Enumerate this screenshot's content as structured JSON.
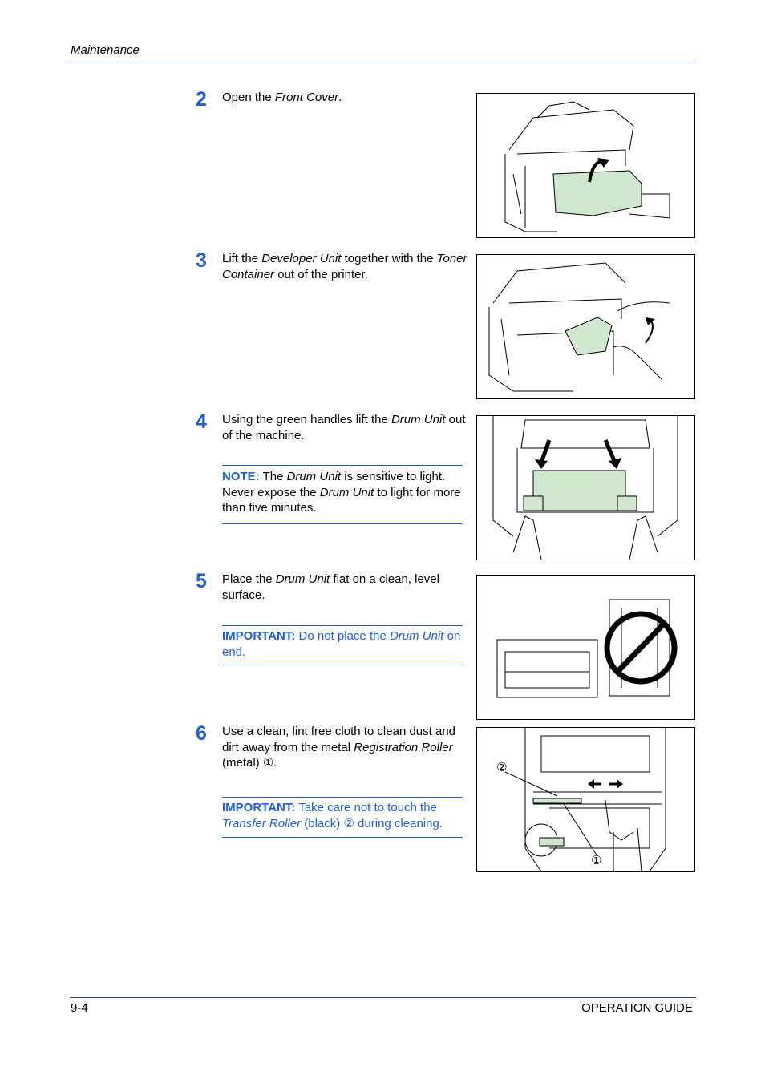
{
  "header": {
    "section": "Maintenance"
  },
  "steps": [
    {
      "num": "2",
      "t1": "Open the ",
      "i1": "Front Cover",
      "t2": "."
    },
    {
      "num": "3",
      "t1": "Lift the ",
      "i1": "Developer Unit",
      "t2": " together with the ",
      "i2": "Toner Container",
      "t3": " out of the printer."
    },
    {
      "num": "4",
      "t1": "Using the green handles lift the ",
      "i1": "Drum Unit",
      "t2": " out of the machine.",
      "note": {
        "label": "NOTE:",
        "t1": " The ",
        "i1": "Drum Unit",
        "t2": " is sensitive to light. Never expose the ",
        "i2": "Drum Unit",
        "t3": " to light for more than five minutes."
      }
    },
    {
      "num": "5",
      "t1": "Place the ",
      "i1": "Drum Unit",
      "t2": " flat on a clean, level surface.",
      "note": {
        "label": "IMPORTANT:",
        "t1": " Do not place the ",
        "i1": "Drum Unit",
        "t2": " on end."
      }
    },
    {
      "num": "6",
      "t1": "Use a clean, lint free cloth to clean dust and dirt away from the metal ",
      "i1": "Registration Roller",
      "t2": " (metal) ",
      "mark": "①",
      "t3": ".",
      "note": {
        "label": "IMPORTANT:",
        "t1": " Take care not to touch the ",
        "i1": "Transfer Roller",
        "t2": " (black) ",
        "mark": "②",
        "t3": " during cleaning."
      }
    }
  ],
  "figure6": {
    "callout1": "①",
    "callout2": "②"
  },
  "footer": {
    "page": "9-4",
    "guide": "OPERATION GUIDE"
  },
  "colors": {
    "accent": "#1f5fd6",
    "part_green": "#cfe8cf"
  }
}
